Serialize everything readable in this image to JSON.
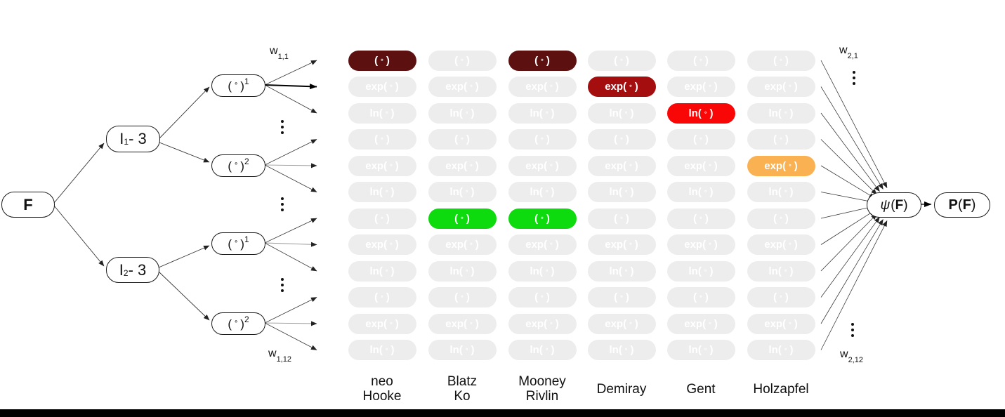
{
  "figure": {
    "input": {
      "label": "F"
    },
    "invariants": [
      {
        "base": "I",
        "sub": "1",
        "rest": " - 3"
      },
      {
        "base": "I",
        "sub": "2",
        "rest": " - 3"
      }
    ],
    "powers": [
      {
        "open": "( ",
        "circ": "∘",
        "close": " )",
        "sup": "1"
      },
      {
        "open": "( ",
        "circ": "∘",
        "close": " )",
        "sup": "2"
      },
      {
        "open": "( ",
        "circ": "∘",
        "close": " )",
        "sup": "1"
      },
      {
        "open": "( ",
        "circ": "∘",
        "close": " )",
        "sup": "2"
      }
    ],
    "weights": {
      "w11": {
        "base": "w",
        "sub": "1,1"
      },
      "w112": {
        "base": "w",
        "sub": "1,12"
      },
      "w21": {
        "base": "w",
        "sub": "2,1"
      },
      "w212": {
        "base": "w",
        "sub": "2,12"
      }
    },
    "psi_node": {
      "func": "ψ",
      "open": "(",
      "arg": "F",
      "close": ")"
    },
    "stress_node": {
      "base": "P",
      "open": "(",
      "arg": "F",
      "close": ")"
    },
    "grid": {
      "activation_labels": {
        "identity": "( ∘ )",
        "exp": "exp( ∘ )",
        "ln": "ln( ∘ )"
      },
      "row_types": [
        "identity",
        "exp",
        "ln",
        "identity",
        "exp",
        "ln",
        "identity",
        "exp",
        "ln",
        "identity",
        "exp",
        "ln"
      ],
      "columns": [
        {
          "name": "neo Hooke",
          "lines": [
            "neo",
            "Hooke"
          ]
        },
        {
          "name": "Blatz Ko",
          "lines": [
            "Blatz",
            "Ko"
          ]
        },
        {
          "name": "Mooney Rivlin",
          "lines": [
            "Mooney",
            "Rivlin"
          ]
        },
        {
          "name": "Demiray",
          "lines": [
            "Demiray"
          ]
        },
        {
          "name": "Gent",
          "lines": [
            "Gent"
          ]
        },
        {
          "name": "Holzapfel",
          "lines": [
            "Holzapfel"
          ]
        }
      ],
      "default_color": "#ededed",
      "cell_text_color": "#ffffff",
      "highlights": [
        {
          "row": 0,
          "col": 0,
          "color": "#5c1010",
          "label": "identity"
        },
        {
          "row": 0,
          "col": 2,
          "color": "#5c1010",
          "label": "identity"
        },
        {
          "row": 1,
          "col": 3,
          "color": "#a40e0e",
          "label": "exp"
        },
        {
          "row": 2,
          "col": 4,
          "color": "#f90606",
          "label": "ln"
        },
        {
          "row": 4,
          "col": 5,
          "color": "#fab152",
          "label": "exp"
        },
        {
          "row": 6,
          "col": 1,
          "color": "#0edb0e",
          "label": "identity"
        },
        {
          "row": 6,
          "col": 2,
          "color": "#0edb0e",
          "label": "identity"
        }
      ]
    }
  }
}
